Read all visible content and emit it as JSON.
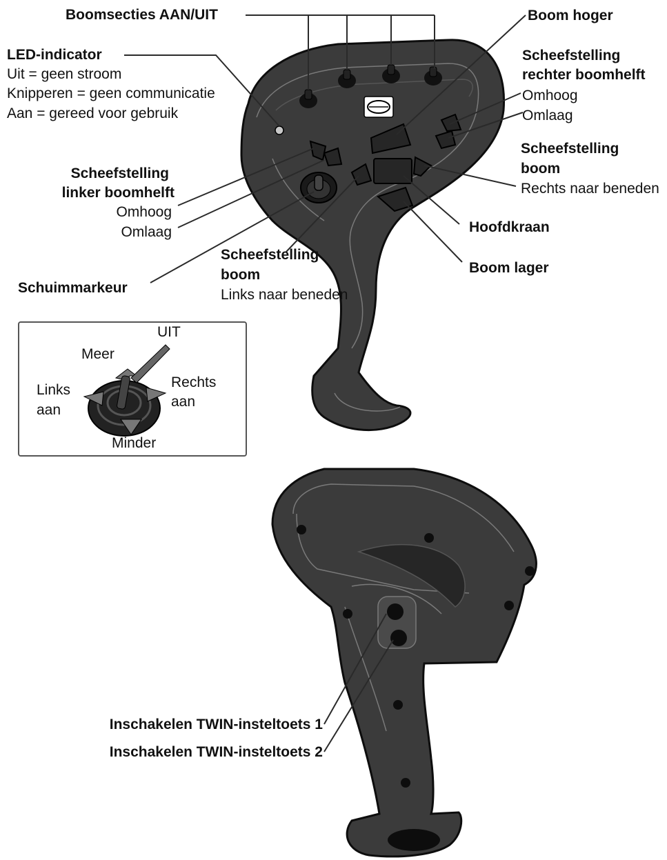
{
  "labels": {
    "boom_sections": "Boomsecties AAN/UIT",
    "led_title": "LED-indicator",
    "led_off": "Uit = geen stroom",
    "led_blink": "Knipperen = geen communicatie",
    "led_on": "Aan = gereed voor gebruik",
    "boom_up": "Boom hoger",
    "right_tilt_title_1": "Scheefstelling",
    "right_tilt_title_2": "rechter boomhelft",
    "right_tilt_up": "Omhoog",
    "right_tilt_down": "Omlaag",
    "boom_tilt_right_title_1": "Scheefstelling",
    "boom_tilt_right_title_2": "boom",
    "boom_tilt_right_desc": "Rechts naar beneden",
    "left_tilt_title_1": "Scheefstelling",
    "left_tilt_title_2": "linker boomhelft",
    "left_tilt_up": "Omhoog",
    "left_tilt_down": "Omlaag",
    "main_valve": "Hoofdkraan",
    "boom_down": "Boom lager",
    "boom_tilt_left_title_1": "Scheefstelling",
    "boom_tilt_left_title_2": "boom",
    "boom_tilt_left_desc": "Links naar beneden",
    "foam_marker": "Schuimmarkeur",
    "twin_1": "Inschakelen TWIN-insteltoets 1",
    "twin_2": "Inschakelen TWIN-insteltoets 2"
  },
  "inset": {
    "off": "UIT",
    "more": "Meer",
    "left_on_1": "Links",
    "left_on_2": "aan",
    "right_on_1": "Rechts",
    "right_on_2": "aan",
    "less": "Minder"
  },
  "colors": {
    "handle": "#3b3b3b",
    "handle_dark": "#262626",
    "handle_outline": "#0d0d0d",
    "contour": "#7a7a7a",
    "leader": "#2a2a2a",
    "led": "#c8c8c8"
  }
}
